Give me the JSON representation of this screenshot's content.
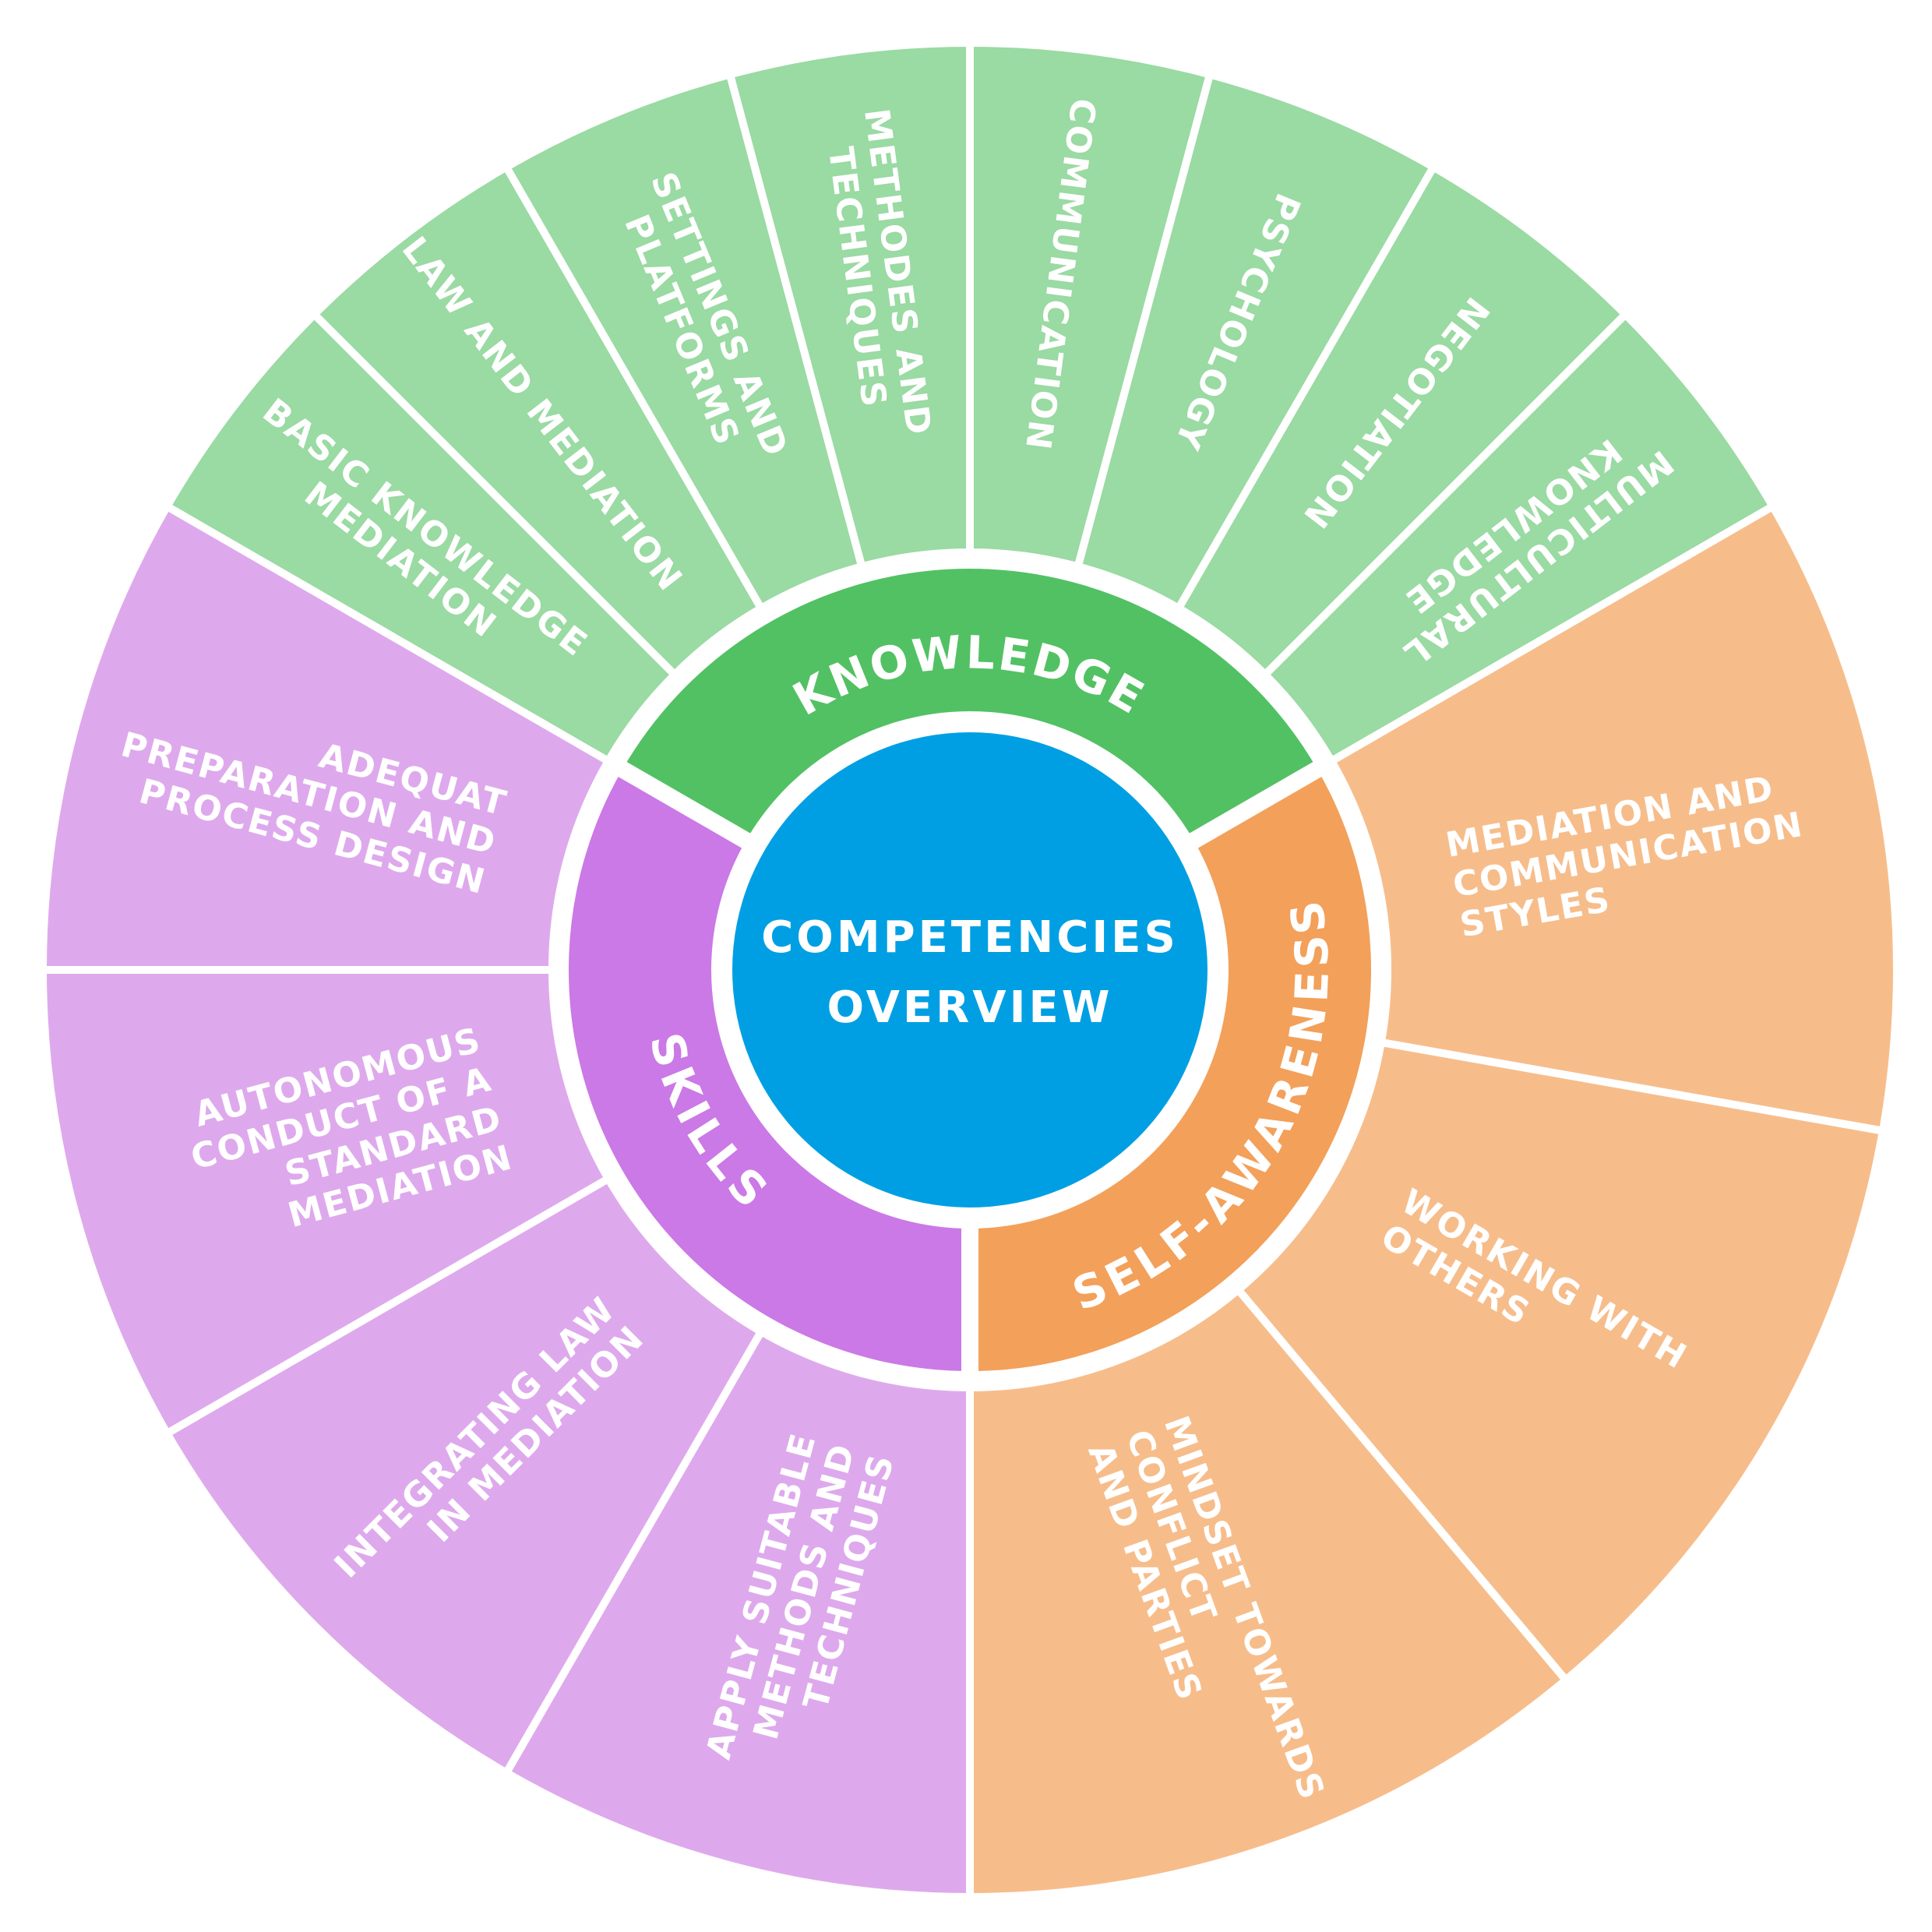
{
  "diagram": {
    "title_lines": [
      "COMPETENCIES",
      "OVERVIEW"
    ],
    "center_color": "#009FE3",
    "separator_color": "#FFFFFF",
    "categories": [
      {
        "id": "knowledge",
        "label": "KNOWLEDGE",
        "ring_color": "#52C163",
        "segment_color": "#9ADAA3",
        "span_deg": [
          -60,
          60
        ],
        "items": [
          {
            "lines": [
              "BASIC KNOWLEDGE",
              "MEDIATION"
            ]
          },
          {
            "lines": [
              "LAW AND MEDIATION"
            ]
          },
          {
            "lines": [
              "SETTINGS AND",
              "PLATFORMS"
            ]
          },
          {
            "lines": [
              "METHODES AND",
              "TECHNIQUES"
            ]
          },
          {
            "lines": [
              "COMMUNICATION"
            ]
          },
          {
            "lines": [
              "PSYCHOLOGY"
            ]
          },
          {
            "lines": [
              "NEGOTIATION"
            ]
          },
          {
            "lines": [
              "MULTICULTURAL",
              "KNOWLEDGE"
            ]
          }
        ]
      },
      {
        "id": "self-awareness",
        "label": "SELF-AWARENESS",
        "ring_color": "#F3A05A",
        "segment_color": "#F6BD8B",
        "span_deg": [
          60,
          180
        ],
        "items": [
          {
            "lines": [
              "MEDIATION AND",
              "COMMUNICATION",
              "STYLES"
            ]
          },
          {
            "lines": [
              "WORKING WITH",
              "OTHERS"
            ]
          },
          {
            "lines": [
              "MINDSET TOWARDS",
              "CONFLICT",
              "AND PARTIES"
            ]
          }
        ]
      },
      {
        "id": "skills",
        "label": "SKILLS",
        "ring_color": "#CB79E6",
        "segment_color": "#DEA9EC",
        "span_deg": [
          180,
          300
        ],
        "items": [
          {
            "lines": [
              "APPLY SUITABLE",
              "METHODS AND",
              "TECHNIQUES"
            ]
          },
          {
            "lines": [
              "INTEGRATING LAW",
              "IN MEDIATION"
            ]
          },
          {
            "lines": [
              "AUTONOMOUS",
              "CONDUCT OF A",
              "STANDARD",
              "MEDIATION"
            ]
          },
          {
            "lines": [
              "ADEQUAT",
              "PREPARATION AND",
              "PROCESS DESIGN"
            ]
          }
        ]
      }
    ]
  }
}
